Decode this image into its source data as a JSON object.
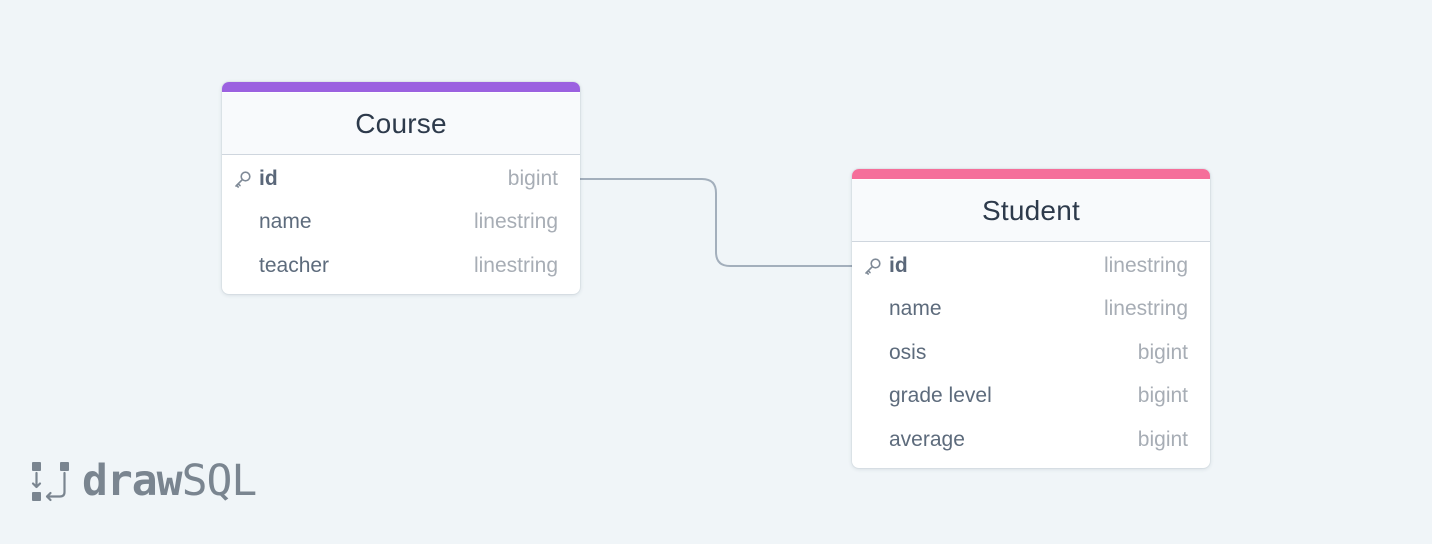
{
  "logo": {
    "part1": "draw",
    "part2": "SQL"
  },
  "tables": {
    "course": {
      "title": "Course",
      "accent_color": "#9b61e0",
      "columns": [
        {
          "name": "id",
          "type": "bigint",
          "primary_key": true
        },
        {
          "name": "name",
          "type": "linestring",
          "primary_key": false
        },
        {
          "name": "teacher",
          "type": "linestring",
          "primary_key": false
        }
      ]
    },
    "student": {
      "title": "Student",
      "accent_color": "#f56f9a",
      "columns": [
        {
          "name": "id",
          "type": "linestring",
          "primary_key": true
        },
        {
          "name": "name",
          "type": "linestring",
          "primary_key": false
        },
        {
          "name": "osis",
          "type": "bigint",
          "primary_key": false
        },
        {
          "name": "grade level",
          "type": "bigint",
          "primary_key": false
        },
        {
          "name": "average",
          "type": "bigint",
          "primary_key": false
        }
      ]
    }
  },
  "relations": [
    {
      "from": "course.id",
      "to": "student.id"
    }
  ],
  "icons": {
    "primary_key": "key-icon",
    "logo_mark": "drawsql-logo-icon"
  }
}
